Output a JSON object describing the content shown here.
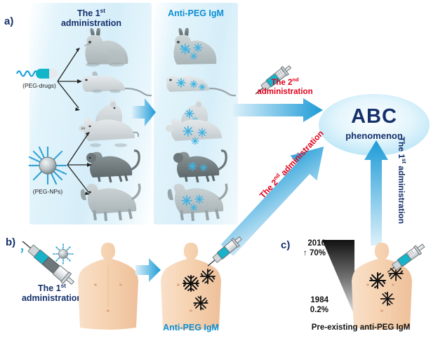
{
  "figure": {
    "title": "ABC phenomenon schematic",
    "colors": {
      "navy": "#15306b",
      "cyan": "#0d8fd4",
      "red": "#e1001a",
      "panel_blue": "#d6eef9",
      "arrow_blue_dark": "#1d9bd7",
      "arrow_blue_light": "#cfe8f7",
      "skin": "#f6d5b8",
      "snowflake_blue": "#3fb3e3",
      "snowflake_black": "#111111"
    }
  },
  "panels": {
    "a": {
      "letter": "a)",
      "column1_title_line1": "The 1",
      "column1_title_sup": "st",
      "column1_title_line2": "administration",
      "column2_title": "Anti-PEG IgM",
      "peg_drugs_label": "(PEG-drugs)",
      "peg_nps_label": "(PEG-NPs)",
      "animals_group1": [
        "rabbit",
        "rat",
        "mouse"
      ],
      "animals_group2": [
        "pig",
        "monkey",
        "dog"
      ]
    },
    "b": {
      "letter": "b)",
      "admin_line1": "The 1",
      "admin_sup": "st",
      "admin_line2": "administration",
      "result_label": "Anti-PEG IgM"
    },
    "c": {
      "letter": "c)",
      "top_year": "2016",
      "top_value": "↑ 70%",
      "bottom_year": "1984",
      "bottom_value": "0.2%",
      "caption": "Pre-existing anti-PEG IgM"
    }
  },
  "arrows": {
    "second_admin_h_line1": "The 2",
    "second_admin_h_sup": "nd",
    "second_admin_h_line2": "administration",
    "second_admin_diag": "The 2",
    "second_admin_diag_sup": "nd",
    "second_admin_diag_tail": " administration",
    "first_admin_v_line1": "The 1",
    "first_admin_v_sup": "st",
    "first_admin_v_line2": "administration"
  },
  "outcome": {
    "title": "ABC",
    "subtitle": "phenomenon"
  },
  "icons": {
    "syringe": "syringe-icon",
    "capsule": "capsule-icon",
    "nanoparticle": "nanoparticle-icon",
    "snowflake": "snowflake-icon",
    "arrow_right": "arrow-right-icon"
  }
}
